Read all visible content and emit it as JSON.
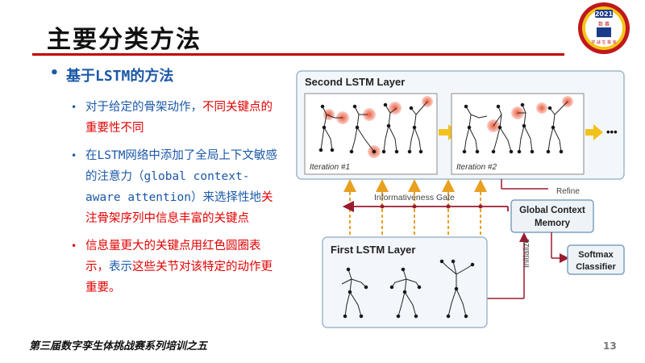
{
  "title": "主要分类方法",
  "bullets": {
    "main": "基于LSTM的方法",
    "item1": {
      "blue": "对于给定的骨架动作，",
      "red": "不同关键点的重要性不同"
    },
    "item2": {
      "blue1": "在LSTM网络中添加了全局上下文敏感的注意力（global context-aware attention）来选择性地",
      "red": "关注骨架序列中信息丰富的关键点"
    },
    "item3": {
      "red1": "信息量更大的关键点用红色圆圈表示，",
      "blue": "表示",
      "red2": "这些关节对该特定的动作更重要。"
    }
  },
  "diagram": {
    "second_layer": "Second LSTM Layer",
    "first_layer": "First LSTM Layer",
    "iteration1": "Iteration #1",
    "iteration2": "Iteration #2",
    "gate": "Informativeness Gate",
    "refine": "Refine",
    "initialize": "Initialize",
    "gcm_line1": "Global Context",
    "gcm_line2": "Memory",
    "softmax_line1": "Softmax",
    "softmax_line2": "Classifier",
    "ellipsis": "•••"
  },
  "footer": "第三届数字孪生体挑战赛系列培训之五",
  "page_number": "13",
  "logo": {
    "year": "2021",
    "text_top": "数 赛",
    "text_bottom": "字 战 生 挑 体"
  },
  "colors": {
    "accent_red": "#c00000",
    "blue_text": "#1a58a8",
    "red_text": "#e00000",
    "arrow_orange": "#e8a020",
    "arrow_dark_red": "#9b1b30"
  }
}
